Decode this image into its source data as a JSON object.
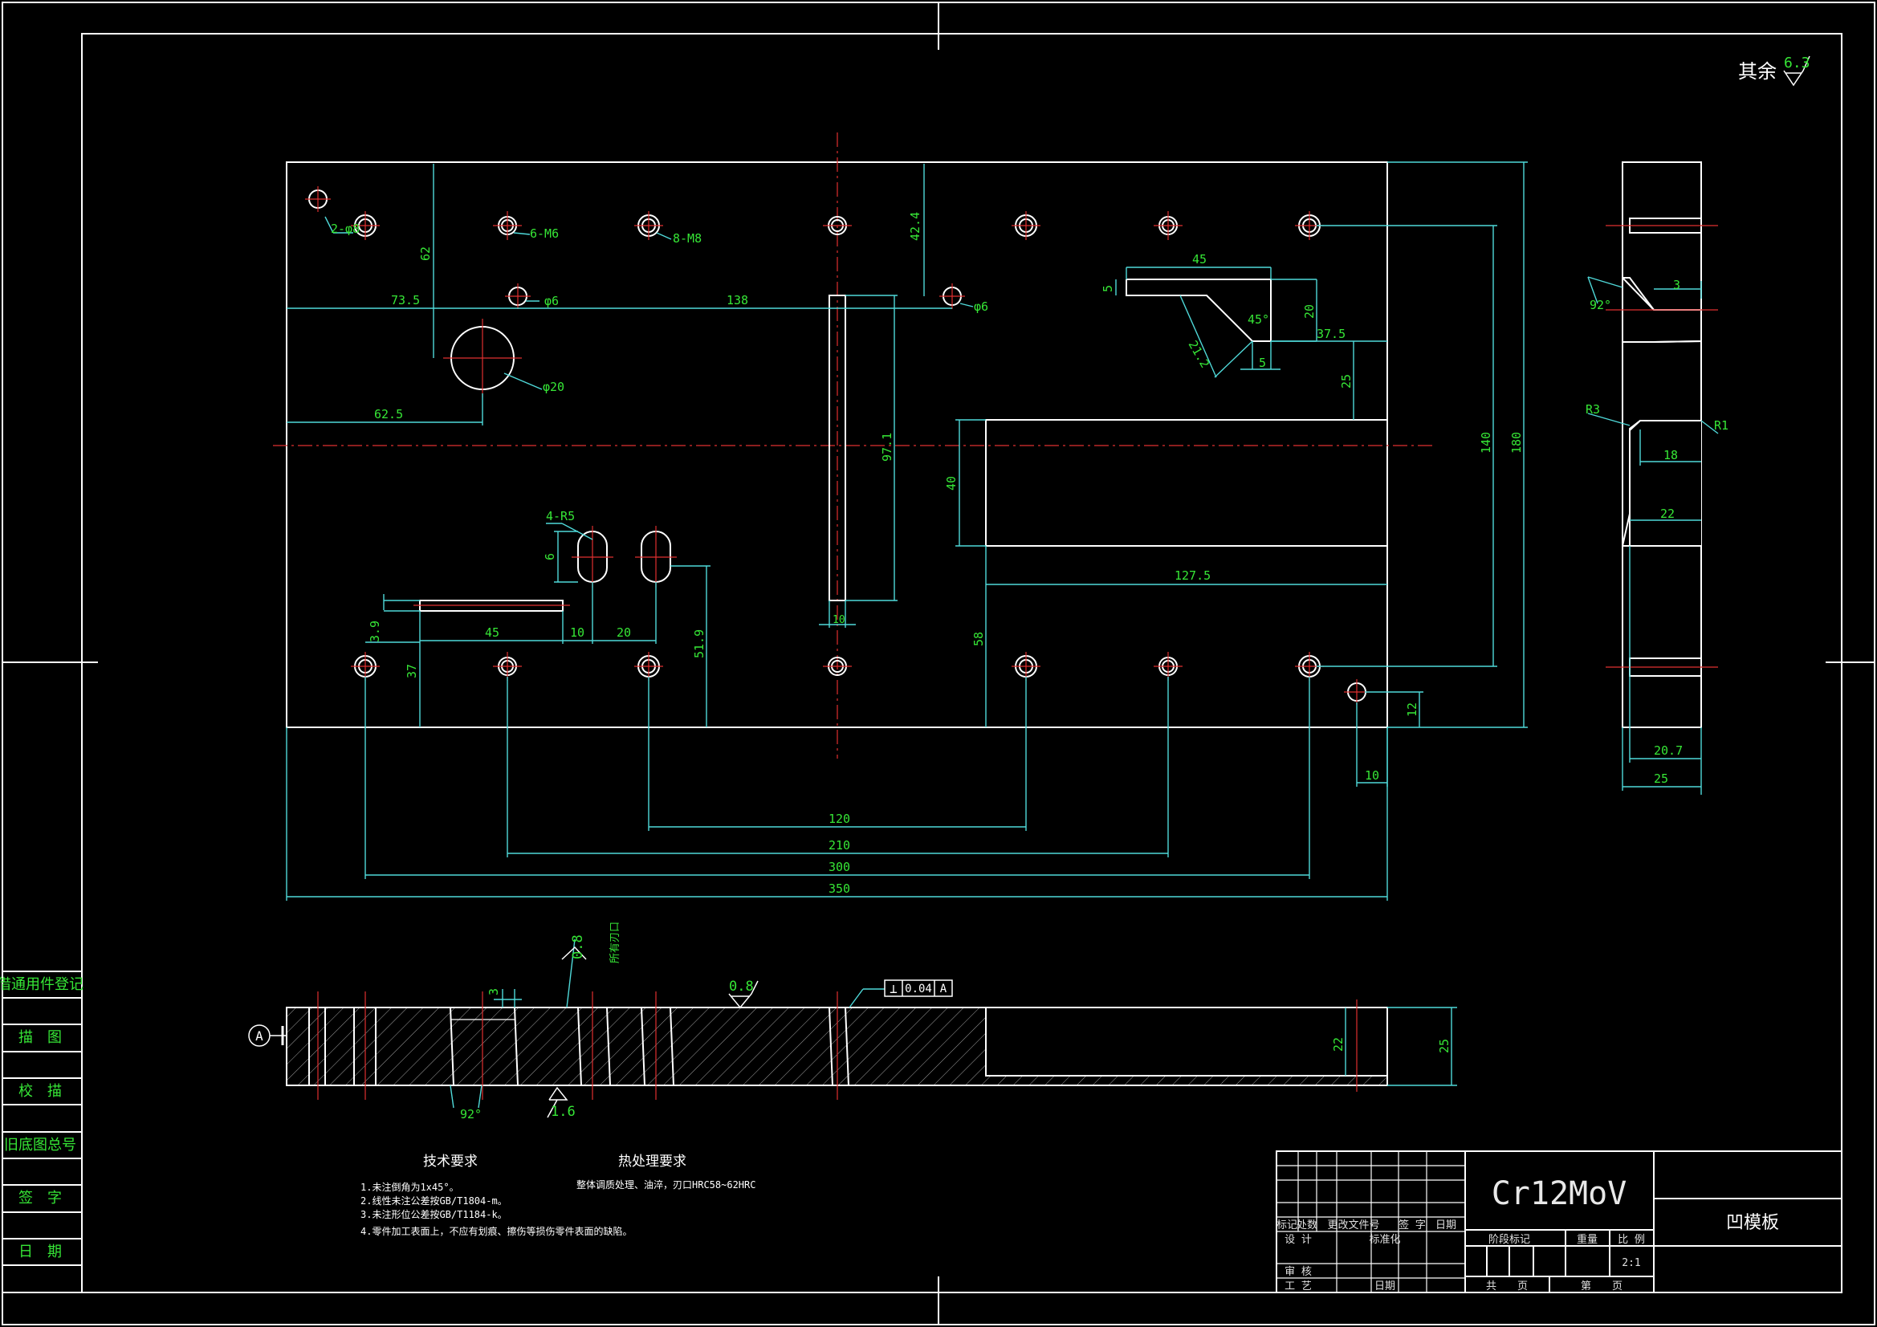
{
  "roughness": {
    "general_prefix": "其余",
    "general_value": "6.3",
    "marks": [
      "0.8",
      "0.8",
      "1.6"
    ],
    "mark_note": "所有刃口"
  },
  "tolerance": {
    "symbol": "⊥",
    "value": "0.04",
    "datum": "A"
  },
  "datum_label": "A",
  "plan_dims": {
    "d_2phi": "2-φ8",
    "d_6m6": "6-M6",
    "d_8m8": "8-M8",
    "d_phi6a": "φ6",
    "d_phi6b": "φ6",
    "d_phi20": "φ20",
    "d_62": "62",
    "d_735": "73.5",
    "d_138": "138",
    "d_424": "42.4",
    "d_625": "62.5",
    "d_45top": "45",
    "d_5a": "5",
    "d_20": "20",
    "d_45deg": "45°",
    "d_212": "21.2",
    "d_5b": "5",
    "d_375": "37.5",
    "d_25": "25",
    "d_971": "97.1",
    "d_10slot": "10",
    "d_40": "40",
    "d_1275": "127.5",
    "d_58": "58",
    "d_4r5": "4-R5",
    "d_6": "6",
    "d_39": "3.9",
    "d_45slot": "45",
    "d_10": "10",
    "d_20b": "20",
    "d_37": "37",
    "d_519": "51.9",
    "d_140": "140",
    "d_180": "180",
    "d_12": "12",
    "d_10b": "10",
    "d_120": "120",
    "d_210": "210",
    "d_300": "300",
    "d_350": "350"
  },
  "side_dims": {
    "d_92a": "92°",
    "d_3": "3",
    "d_r3": "R3",
    "d_r1": "R1",
    "d_18": "18",
    "d_22": "22",
    "d_207": "20.7",
    "d_25": "25"
  },
  "section_dims": {
    "d_3": "3",
    "d_92": "92°",
    "d_22": "22",
    "d_25": "25"
  },
  "tech_req": {
    "title": "技术要求",
    "items": [
      "1.未注倒角为1x45°。",
      "2.线性未注公差按GB/T1804-m。",
      "3.未注形位公差按GB/T1184-k。",
      "4.零件加工表面上，不应有划痕、擦伤等损伤零件表面的缺陷。"
    ]
  },
  "heat_req": {
    "title": "热处理要求",
    "text": "整体调质处理、油淬，刃口HRC58~62HRC"
  },
  "side_panel": [
    "借通用件登记",
    "描　图",
    "校　描",
    "旧底图总号",
    "签　字",
    "日　期"
  ],
  "title_block": {
    "material": "Cr12MoV",
    "part_name": "凹模板",
    "headers": [
      "标记",
      "处数",
      "更改文件号",
      "签 字",
      "日期"
    ],
    "roles": [
      "设 计",
      "标准化",
      "审 核",
      "工 艺",
      "日期"
    ],
    "stage": "阶段标记",
    "weight": "重量",
    "scale_label": "比 例",
    "scale": "2:1",
    "sheets_total": "共　　页",
    "sheet_no": "第　　页"
  }
}
